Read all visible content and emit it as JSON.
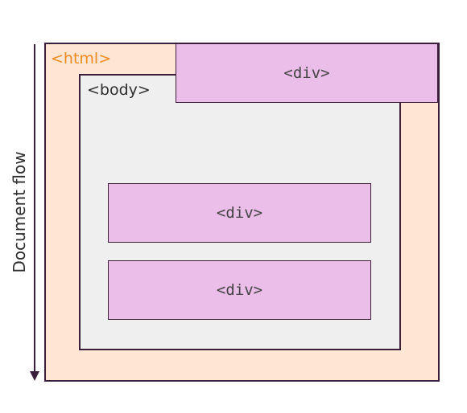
{
  "flow_label": "Document flow",
  "html_label": "<html>",
  "body_label": "<body>",
  "divs": {
    "top": "<div>",
    "middle": "<div>",
    "bottom": "<div>"
  },
  "colors": {
    "html_fill": "#fde6d4",
    "html_label": "#ee8a1e",
    "body_fill": "#efefef",
    "div_fill": "#ebbde9",
    "outline": "#3b1f3a"
  }
}
